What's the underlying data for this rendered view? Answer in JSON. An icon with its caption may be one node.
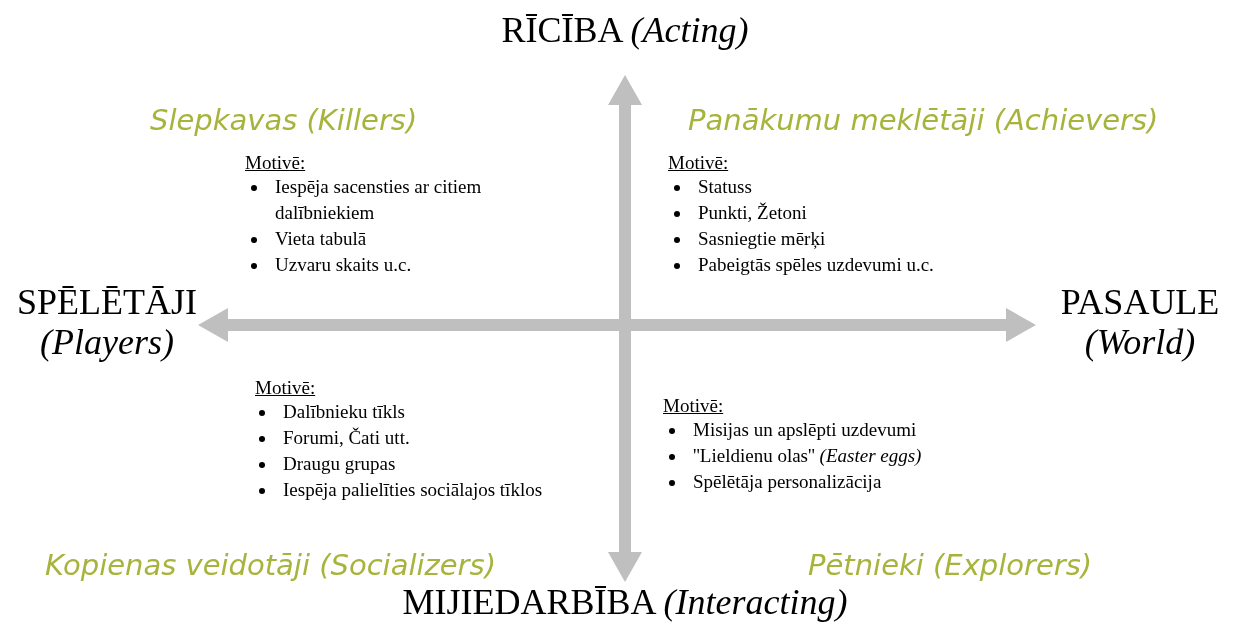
{
  "diagram": {
    "labels": [
      "RĪCĪBA *(Acting)*",
      "Slepkavas (Killers)",
      "Panākumu meklētāji (Achievers)",
      "Motivē:",
      "Iespēja sacensties ar citiem dalībniekiem",
      "Vieta tabulā",
      "Uzvaru skaits u.c.",
      "Motivē:",
      "Statuss",
      "Punkti, Žetoni",
      "Sasniegtie mērķi",
      "Pabeigtās spēles uzdevumi u.c.",
      "SPĒLĒTĀJI *(Players)*",
      "PASAULE *(World)*",
      "Motivē:",
      "Dalībnieku tīkls",
      "Forumi, Čati utt.",
      "Draugu grupas",
      "Iespēja palielīties sociālajos tīklos",
      "Motivē:",
      "Misijas un apslēpti uzdevumi",
      "''Lieldienu olas'' *(Easter eggs)*",
      "Spēlētāja personalizācija",
      "Kopienas veidotāji (Socializers)",
      "Pētnieki (Explorers)",
      "MIJIEDARBĪBA *(Interacting)*"
    ]
  }
}
